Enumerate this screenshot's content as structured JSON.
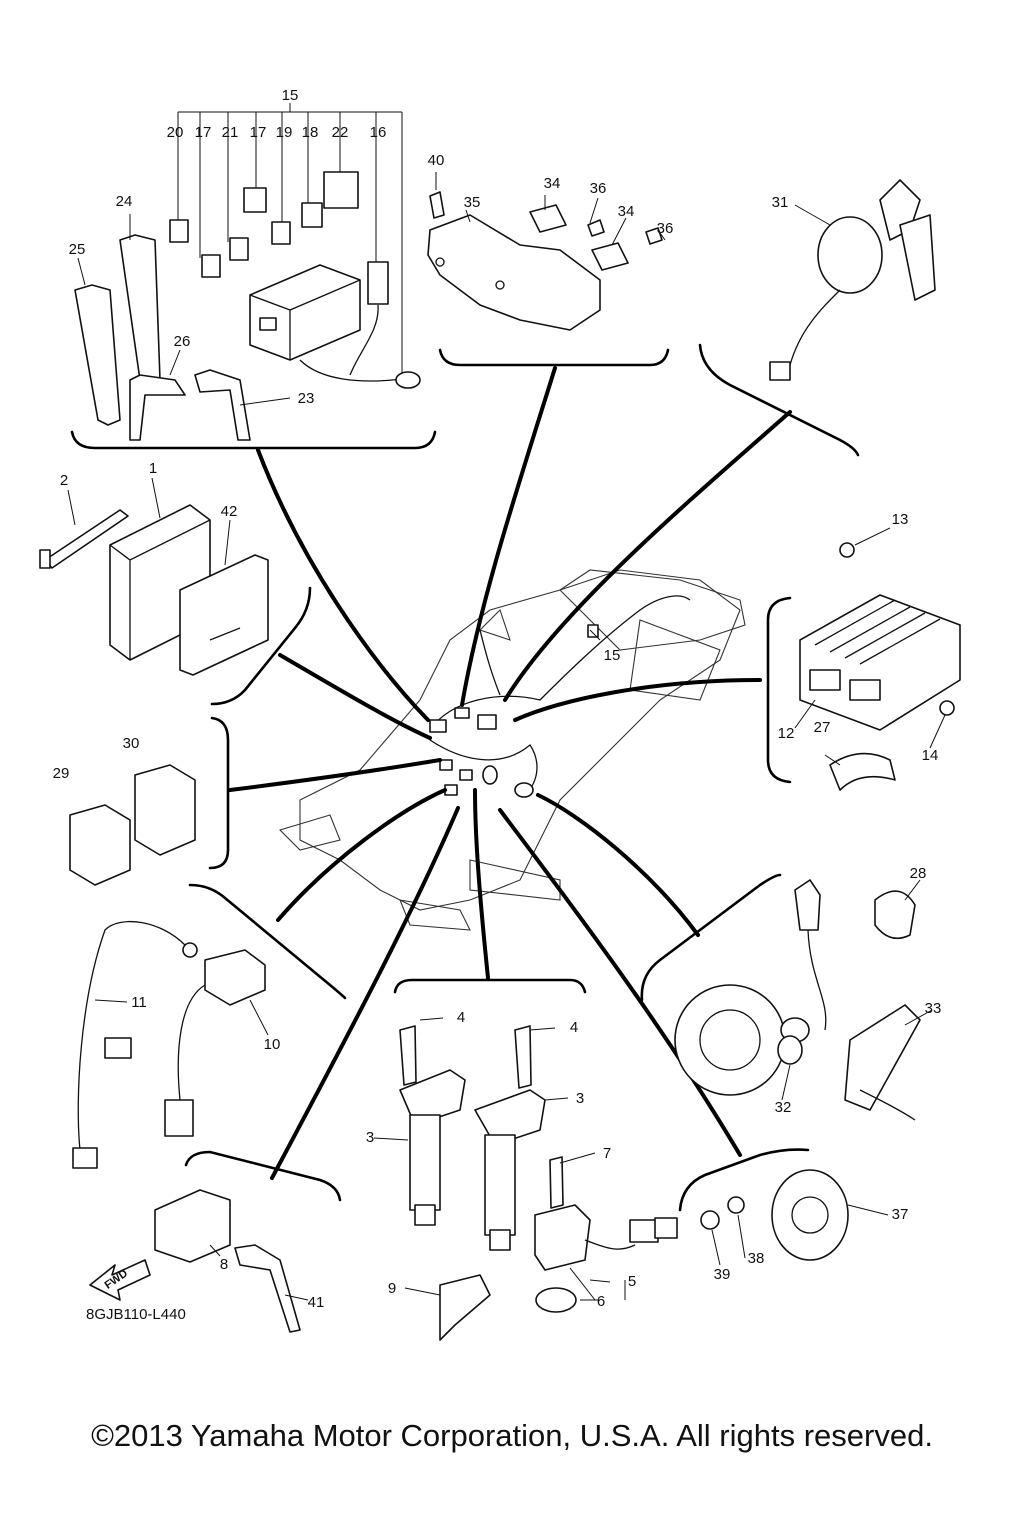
{
  "diagram": {
    "code": "8GJB110-L440",
    "fwd_label": "FWD",
    "copyright": "©2013 Yamaha Motor Corporation, U.S.A. All rights reserved.",
    "callouts": {
      "c1": "1",
      "c2": "2",
      "c3a": "3",
      "c3b": "3",
      "c4a": "4",
      "c4b": "4",
      "c5": "5",
      "c6": "6",
      "c7": "7",
      "c8": "8",
      "c9": "9",
      "c10": "10",
      "c11": "11",
      "c12": "12",
      "c13": "13",
      "c14": "14",
      "c15a": "15",
      "c15b": "15",
      "c16": "16",
      "c17a": "17",
      "c17b": "17",
      "c18": "18",
      "c19": "19",
      "c20": "20",
      "c21": "21",
      "c22": "22",
      "c23": "23",
      "c24": "24",
      "c25": "25",
      "c26": "26",
      "c27": "27",
      "c28": "28",
      "c29": "29",
      "c30": "30",
      "c31": "31",
      "c32": "32",
      "c33": "33",
      "c34a": "34",
      "c34b": "34",
      "c35": "35",
      "c36a": "36",
      "c36b": "36",
      "c37": "37",
      "c38": "38",
      "c39": "39",
      "c40": "40",
      "c41": "41",
      "c42": "42"
    }
  }
}
